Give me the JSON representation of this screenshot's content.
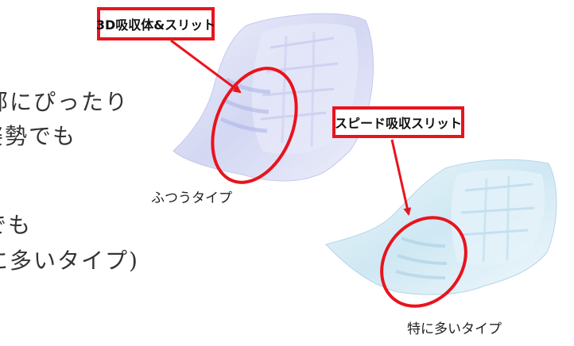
{
  "body_lines": [
    "部にぴったり",
    "姿勢でも",
    "でも",
    "に多いタイプ)"
  ],
  "callouts": {
    "top": "3D吸収体&スリット",
    "right": "スピード吸収スリット"
  },
  "captions": {
    "normal": "ふつうタイプ",
    "extra": "特に多いタイプ"
  },
  "colors": {
    "highlight": "#e8141d",
    "pad_normal": "#c9cdf0",
    "pad_extra": "#bfe0f0"
  }
}
